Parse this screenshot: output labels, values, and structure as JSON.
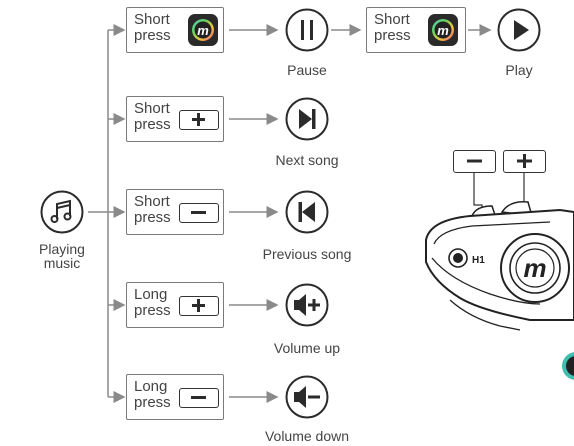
{
  "root": {
    "label_line1": "Playing",
    "label_line2": "music"
  },
  "rows": [
    {
      "press_line1": "Short",
      "press_line2": "press",
      "button": "M",
      "result": "Pause",
      "second_press_line1": "Short",
      "second_press_line2": "press",
      "second_button": "M",
      "second_result": "Play"
    },
    {
      "press_line1": "Short",
      "press_line2": "press",
      "button": "+",
      "result": "Next song"
    },
    {
      "press_line1": "Short",
      "press_line2": "press",
      "button": "−",
      "result": "Previous song"
    },
    {
      "press_line1": "Long",
      "press_line2": "press",
      "button": "+",
      "result": "Volume up"
    },
    {
      "press_line1": "Long",
      "press_line2": "press",
      "button": "−",
      "result": "Volume down"
    }
  ],
  "device": {
    "key_minus": "−",
    "key_plus": "+",
    "model": "H1"
  },
  "colors": {
    "line": "#8a8a8a",
    "stroke": "#2b2b2b"
  }
}
